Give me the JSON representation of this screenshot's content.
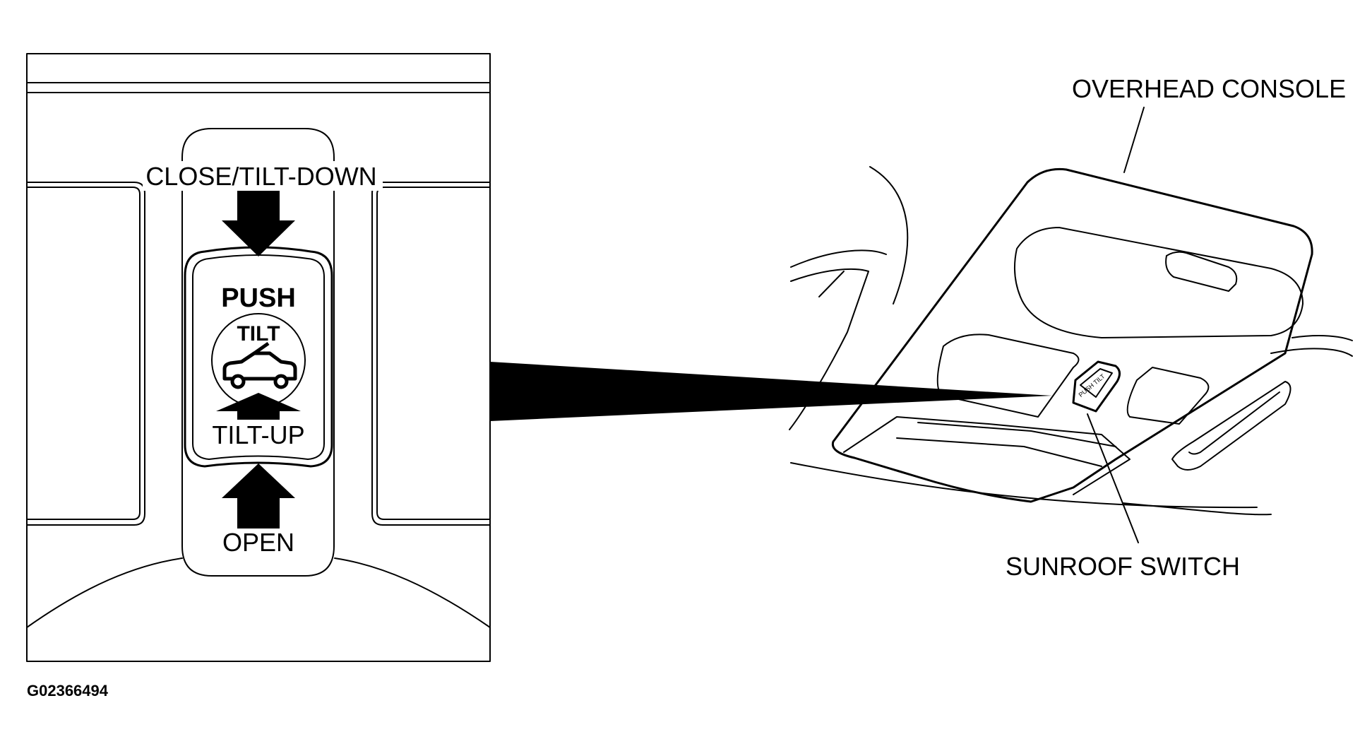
{
  "switch_closeup": {
    "close_label": "CLOSE/TILT-DOWN",
    "push_label": "PUSH",
    "tilt_label": "TILT",
    "tilt_up_label": "TILT-UP",
    "open_label": "OPEN",
    "car_tilt_icon": "car-roof-tilt-icon"
  },
  "console_view": {
    "overhead_console_label": "OVERHEAD CONSOLE",
    "sunroof_switch_label": "SUNROOF SWITCH",
    "mini_switch_text": "PUSH TILT"
  },
  "figure_id": "G02366494"
}
